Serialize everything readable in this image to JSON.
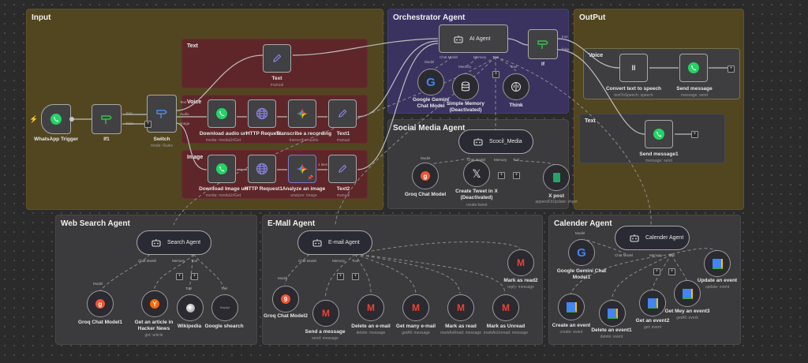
{
  "groups": {
    "input": "Input",
    "input_text": "Text",
    "input_voice": "Voice",
    "input_image": "Image",
    "orchestrator": "Orchestrator Agent",
    "output": "OutPut",
    "output_voice": "Voice",
    "output_text": "Text",
    "social": "Social Media Agent",
    "websearch": "Web Search Agent",
    "email": "E-Mall Agent",
    "calendar": "Calender Agent"
  },
  "ports": {
    "true": "true",
    "false": "false",
    "text": "Text",
    "audio": "Audio",
    "image": "image",
    "chat_model": "Chat Model",
    "memory": "Memory",
    "tool": "Tool",
    "model": "Model",
    "items": "1 item"
  },
  "nodes": {
    "whatsapp_trigger": {
      "label": "WhatsApp Trigger"
    },
    "if1": {
      "label": "If1"
    },
    "switch": {
      "label": "Switch",
      "sub": "mode: Rules"
    },
    "text": {
      "label": "Text",
      "sub": "manual"
    },
    "download_audio": {
      "label": "Download audio url",
      "sub": "media: mediaUrlGet"
    },
    "http_request": {
      "label": "HTTP Request",
      "sub": ""
    },
    "transcribe": {
      "label": "Transcribe a recording",
      "sub": "transcribe: audio"
    },
    "text1": {
      "label": "Text1",
      "sub": "manual"
    },
    "download_image": {
      "label": "Download Image url",
      "sub": "media: mediaUrlGet"
    },
    "http_request1": {
      "label": "HTTP Request1",
      "sub": ""
    },
    "analyze_image": {
      "label": "Analyze an image",
      "sub": "analyze: image"
    },
    "text2": {
      "label": "Text2",
      "sub": "manual"
    },
    "ai_agent": {
      "label": "AI Agent"
    },
    "if": {
      "label": "If"
    },
    "gemini": {
      "label": "Google Gemini Chat Model"
    },
    "simple_memory": {
      "label": "Simple Memory (Deactivated)"
    },
    "think": {
      "label": "Think"
    },
    "tts": {
      "label": "Convert text to speech",
      "sub": "textToSpeech: speech"
    },
    "send_message": {
      "label": "Send message",
      "sub": "message: send"
    },
    "send_message1": {
      "label": "Send message1",
      "sub": "message: send"
    },
    "social_agent": {
      "label": "Scocil_Media"
    },
    "groq": {
      "label": "Groq Chat Model"
    },
    "create_tweet": {
      "label": "Create Tweet in X (Deactivated)",
      "sub": "create:tweet"
    },
    "x_post": {
      "label": "X post",
      "sub": "appendOrUpdate: sheet"
    },
    "search_agent": {
      "label": "Search Agent"
    },
    "groq1": {
      "label": "Groq Chat Model1"
    },
    "hacker_news": {
      "label": "Get an article in Hacker News",
      "sub": "get: article"
    },
    "wikipedia": {
      "label": "Wikipedia"
    },
    "google_search": {
      "label": "Google shearch",
      "icon_text": "SerpApi"
    },
    "email_agent": {
      "label": "E-mail Agent"
    },
    "groq2": {
      "label": "Groq Chat Model2"
    },
    "send_a_message": {
      "label": "Send a message",
      "sub": "send: message"
    },
    "delete_email": {
      "label": "Delete an e-mail",
      "sub": "delete: message"
    },
    "get_many_email": {
      "label": "Get many e-mail",
      "sub": "getAll: message"
    },
    "mark_read": {
      "label": "Mark as read",
      "sub": "markAsRead: message"
    },
    "mark_unread": {
      "label": "Mark as Unread",
      "sub": "markAsUnread: message"
    },
    "mark_read2": {
      "label": "Mark as read2",
      "sub": "reply: message"
    },
    "calendar_agent": {
      "label": "Calender Agent"
    },
    "gemini1": {
      "label": "Google Gemini Chat Model1"
    },
    "create_event": {
      "label": "Create an event",
      "sub": "create: event"
    },
    "delete_event1": {
      "label": "Delete an event1",
      "sub": "delete: event"
    },
    "get_event2": {
      "label": "Get an event2",
      "sub": "get: event"
    },
    "get_many_event3": {
      "label": "Get Mey an event3",
      "sub": "getAll: event"
    },
    "update_event": {
      "label": "Update an event",
      "sub": "update: event"
    }
  },
  "colors": {
    "whatsapp": "#25d366",
    "if_green": "#35c24a",
    "switch_blue": "#4a8ee8",
    "edit_purple": "#8a84e6",
    "groq": "#f05532",
    "hn": "#ff6600",
    "sheets": "#23a566"
  }
}
